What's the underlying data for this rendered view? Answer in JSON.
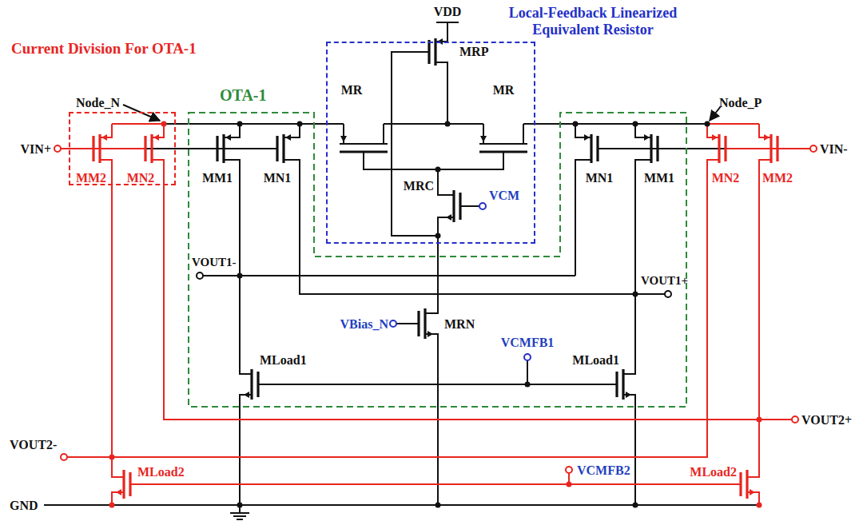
{
  "diagram": {
    "nodes": [
      {
        "text": [
          "Current Division For OTA-1"
        ]
      },
      {
        "text": [
          "OTA-1"
        ]
      },
      {
        "text": [
          "Local-Feedback Linearized Equivalent Resistor"
        ]
      }
    ],
    "labels": [
      "VDD",
      "MRP",
      "MR",
      "MR",
      "MRC",
      "VCM",
      "Node_N",
      "Node_P",
      "VIN+",
      "VIN-",
      "MM2",
      "MN2",
      "MM1",
      "MN1",
      "MN1",
      "MM1",
      "MN2",
      "MM2",
      "VOUT1-",
      "VOUT1+",
      "VBias_N",
      "MRN",
      "VCMFB1",
      "MLoad1",
      "MLoad1",
      "VOUT2+",
      "VOUT2-",
      "MLoad2",
      "MLoad2",
      "VCMFB2",
      "GND"
    ]
  }
}
